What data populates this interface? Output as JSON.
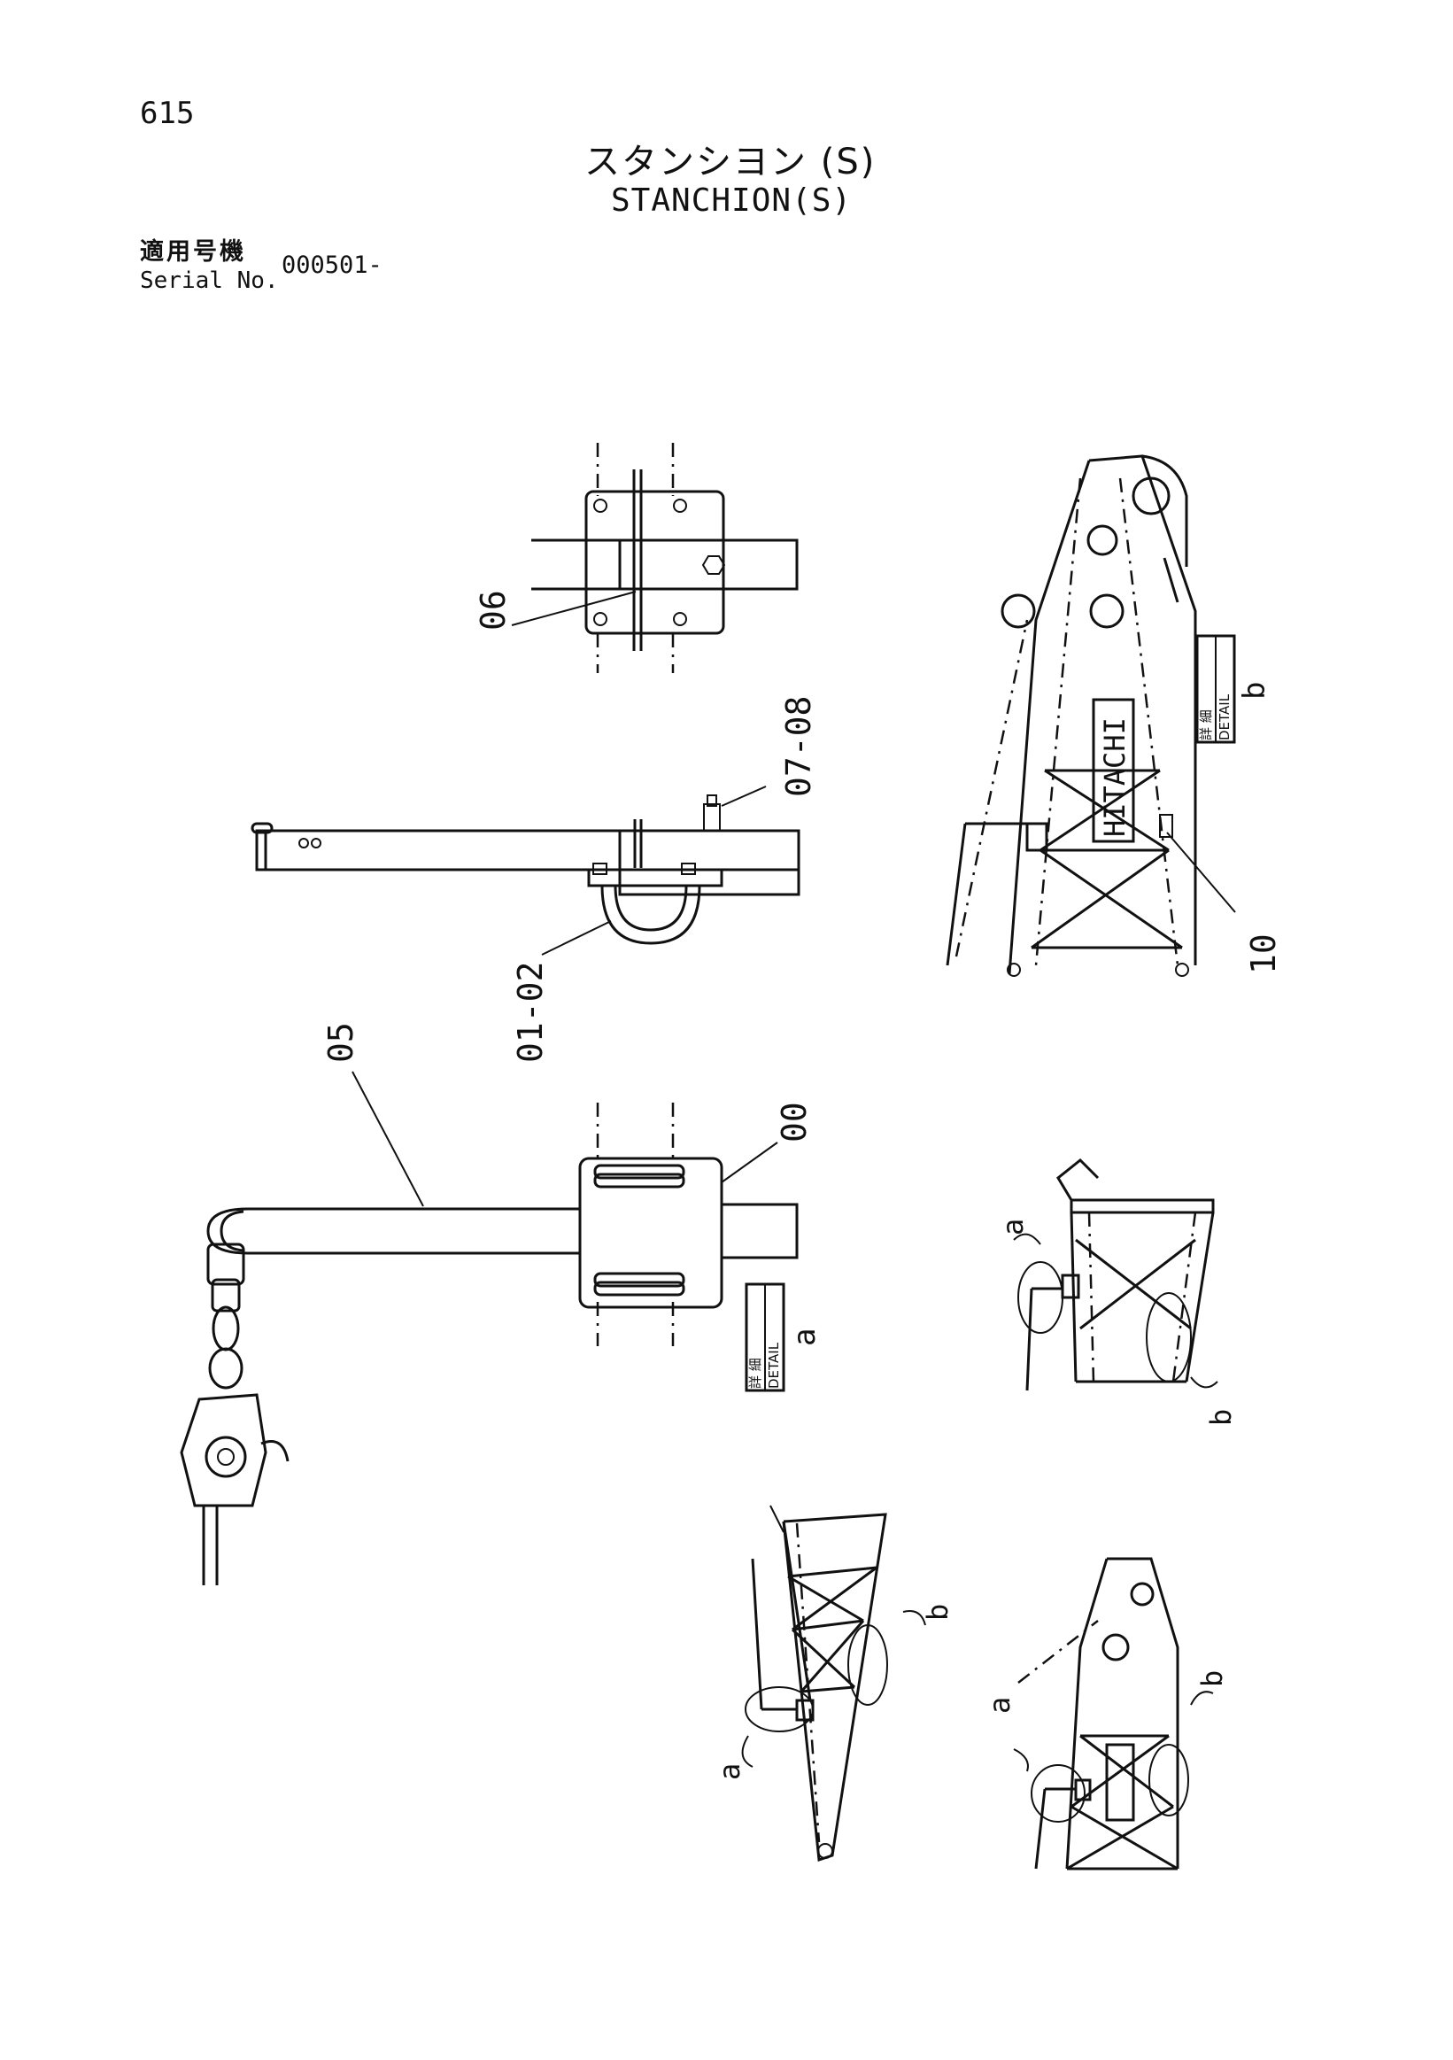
{
  "header": {
    "page_number": "615",
    "title_jp": "スタンシヨン (S)",
    "title_en": "STANCHION(S)",
    "serial_label_jp": "適用号機",
    "serial_label_en": "Serial No.",
    "serial_value": "000501-"
  },
  "callouts": {
    "c06": "06",
    "c0708": "07-08",
    "c0102": "01-02",
    "c05": "05",
    "c00": "00",
    "c10": "10"
  },
  "detail_labels": {
    "detail_jp": "詳 細",
    "detail_en": "DETAIL",
    "detail_a": "a",
    "detail_b": "b"
  },
  "view_markers": {
    "a": "a",
    "b": "b"
  },
  "logo_text": "HITACHI"
}
